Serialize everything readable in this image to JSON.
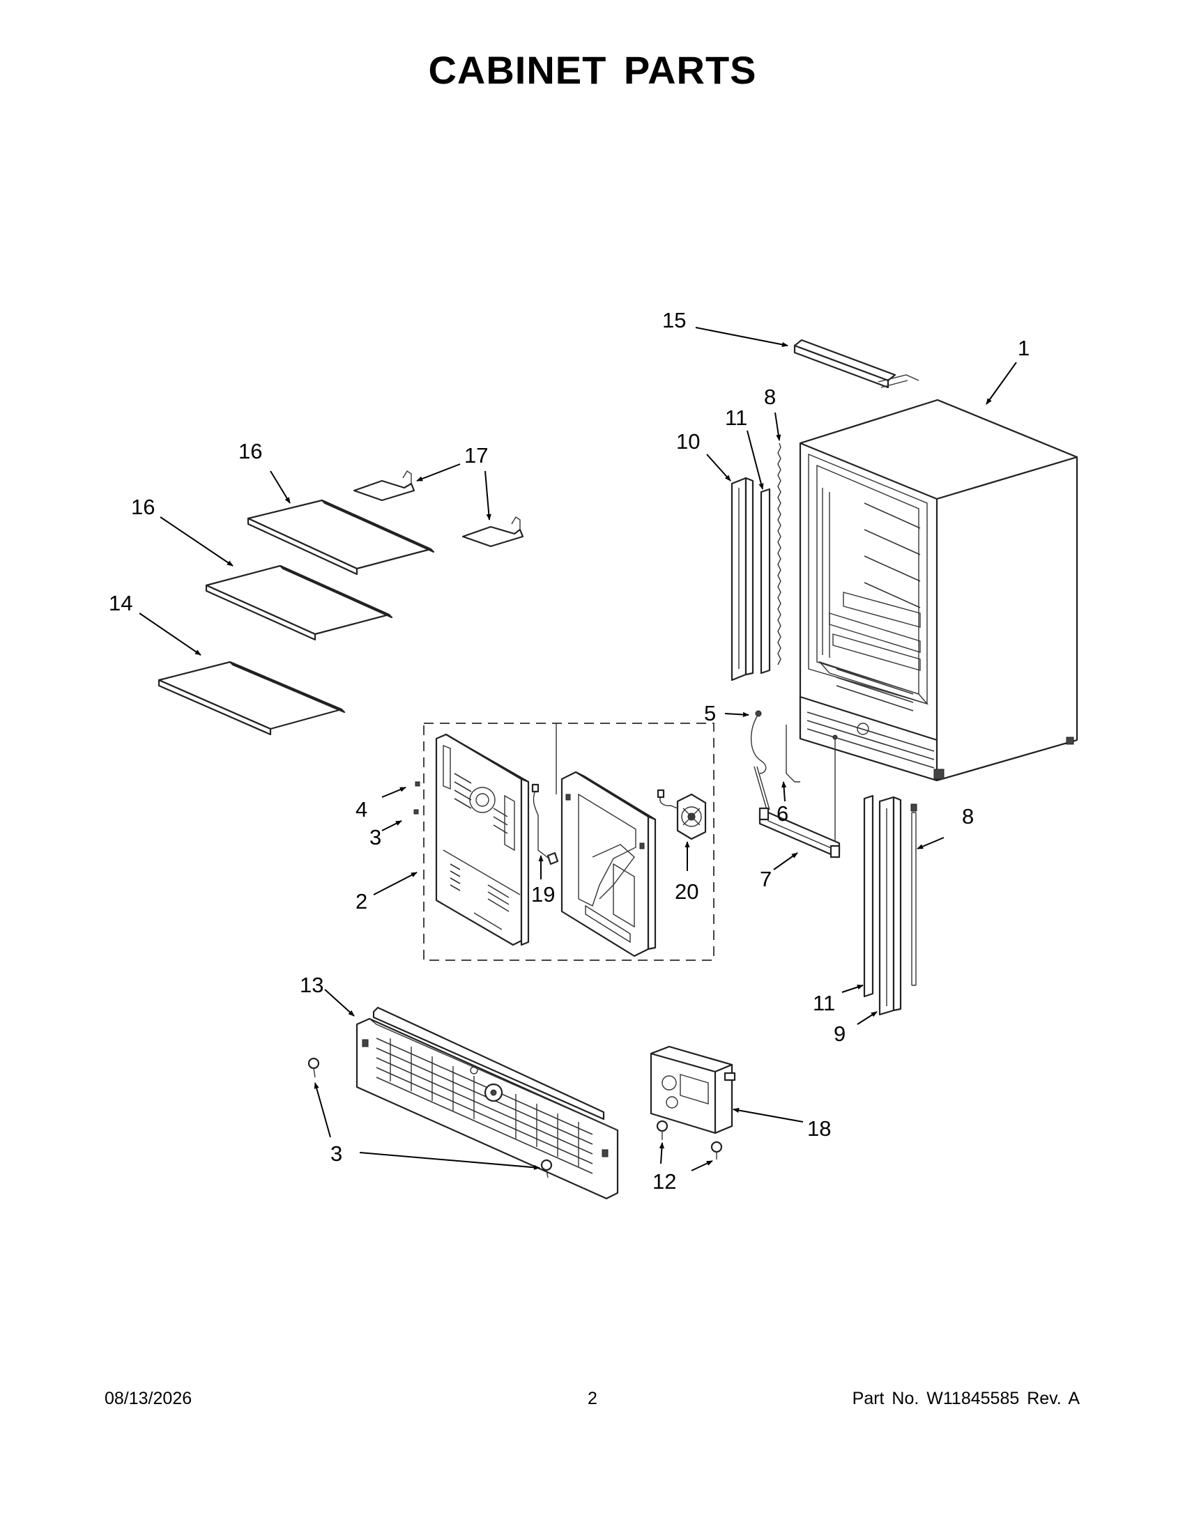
{
  "page": {
    "title": "CABINET PARTS",
    "footer": {
      "date": "08/13/2026",
      "page_number": "2",
      "part_number": "Part No.  W11845585  Rev.  A"
    }
  },
  "callouts": {
    "c1": "1",
    "c2": "2",
    "c3a": "3",
    "c3b": "3",
    "c4": "4",
    "c5": "5",
    "c6": "6",
    "c7": "7",
    "c8a": "8",
    "c8b": "8",
    "c9": "9",
    "c10": "10",
    "c11a": "11",
    "c11b": "11",
    "c12": "12",
    "c13": "13",
    "c14": "14",
    "c15": "15",
    "c16a": "16",
    "c16b": "16",
    "c17": "17",
    "c18": "18",
    "c19": "19",
    "c20": "20"
  }
}
